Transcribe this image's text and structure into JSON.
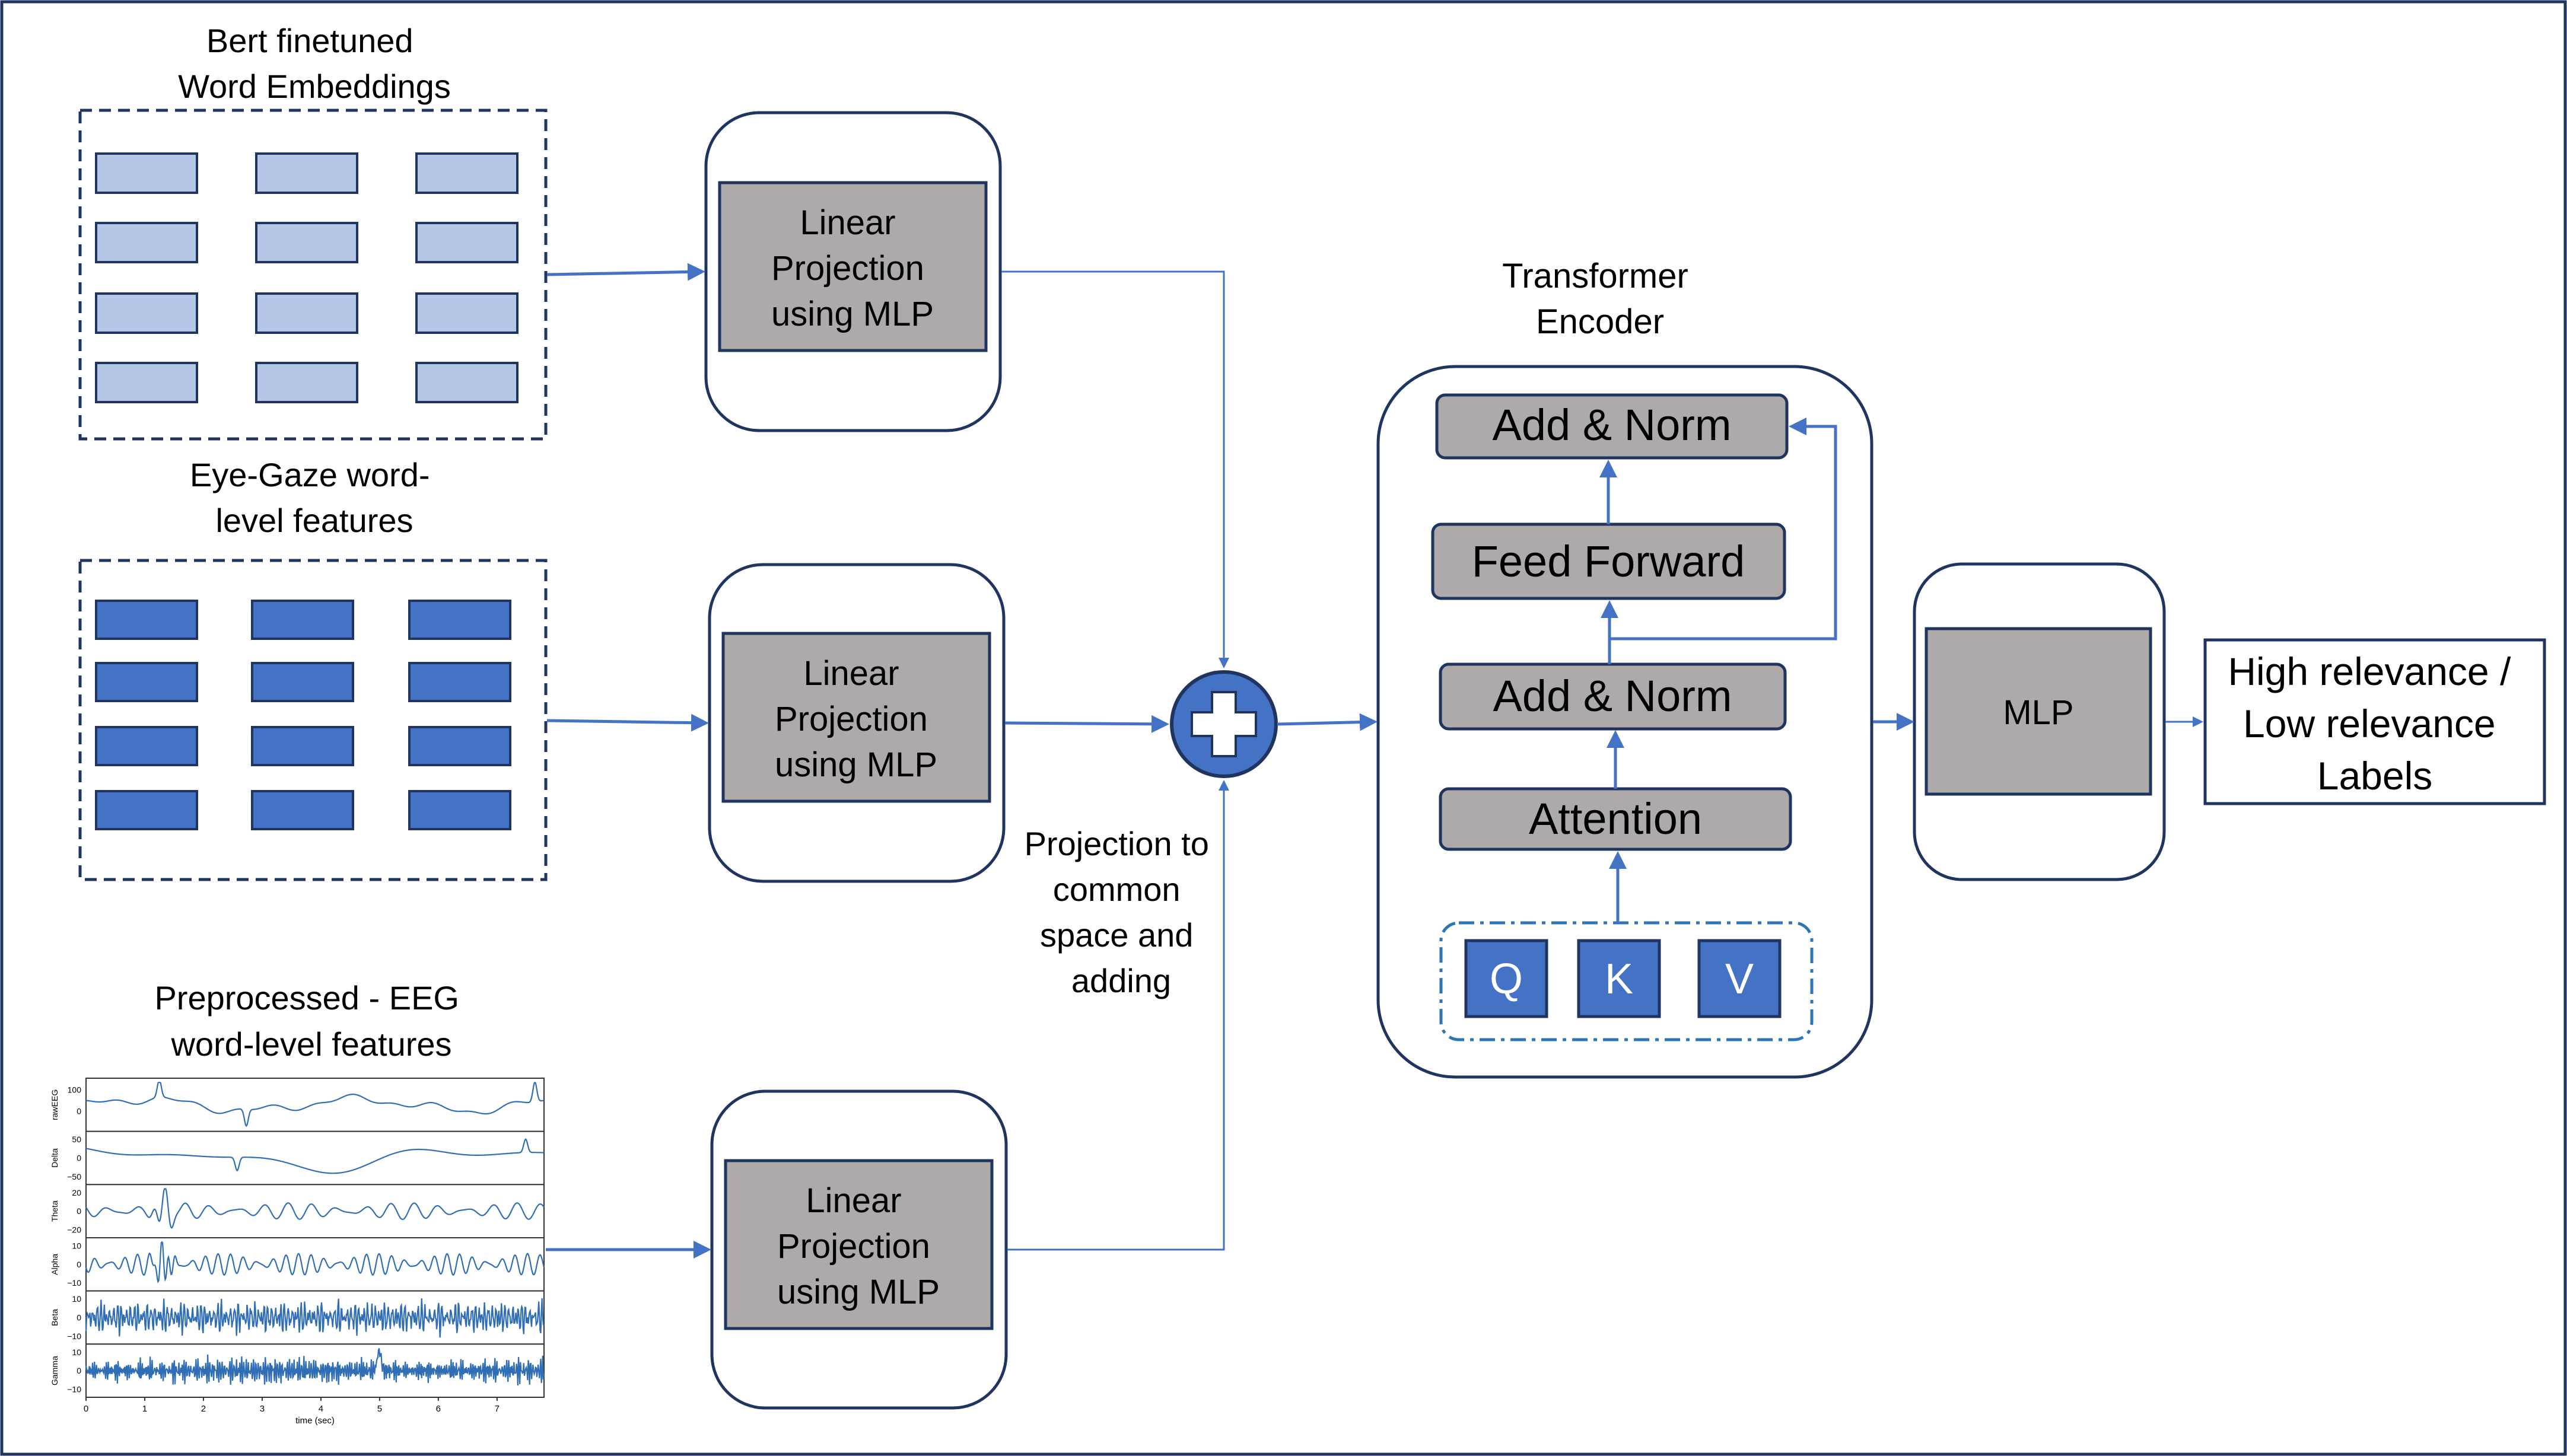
{
  "colors": {
    "frame": "#1f3560",
    "arrow": "#4472c4",
    "word_emb_fill": "#b4c7e7",
    "gaze_fill": "#4472c4",
    "gray_box": "#aeaaaa",
    "eeg_line": "#2f6db5",
    "white": "#ffffff"
  },
  "inputs": {
    "bert_label": [
      "Bert finetuned",
      "Word Embeddings"
    ],
    "gaze_label": [
      "Eye-Gaze word-",
      "level features"
    ],
    "eeg_label": [
      "Preprocessed - EEG",
      "word-level features"
    ]
  },
  "projection": {
    "box_label": [
      "Linear",
      "Projection",
      "using MLP"
    ],
    "caption": [
      "Projection to",
      "common",
      "space and",
      "adding"
    ],
    "sum_icon": "plus-icon"
  },
  "encoder": {
    "title": [
      "Transformer",
      "Encoder"
    ],
    "add_norm_top": "Add & Norm",
    "feed_forward": "Feed Forward",
    "add_norm_bottom": "Add & Norm",
    "attention": "Attention",
    "qkv": [
      "Q",
      "K",
      "V"
    ]
  },
  "head": {
    "mlp_label": "MLP",
    "output_label": [
      "High relevance /",
      "Low relevance",
      "Labels"
    ]
  },
  "eeg_plot": {
    "channels": [
      "rawEEG",
      "Delta",
      "Theta",
      "Alpha",
      "Beta",
      "Gamma"
    ],
    "yticks": [
      [
        "100",
        "0"
      ],
      [
        "50",
        "0",
        "−50"
      ],
      [
        "20",
        "0",
        "−20"
      ],
      [
        "10",
        "0",
        "−10"
      ],
      [
        "10",
        "0",
        "−10"
      ],
      [
        "10",
        "0",
        "−10"
      ]
    ],
    "xticks": [
      "0",
      "1",
      "2",
      "3",
      "4",
      "5",
      "6",
      "7"
    ],
    "xlabel": "time (sec)"
  }
}
